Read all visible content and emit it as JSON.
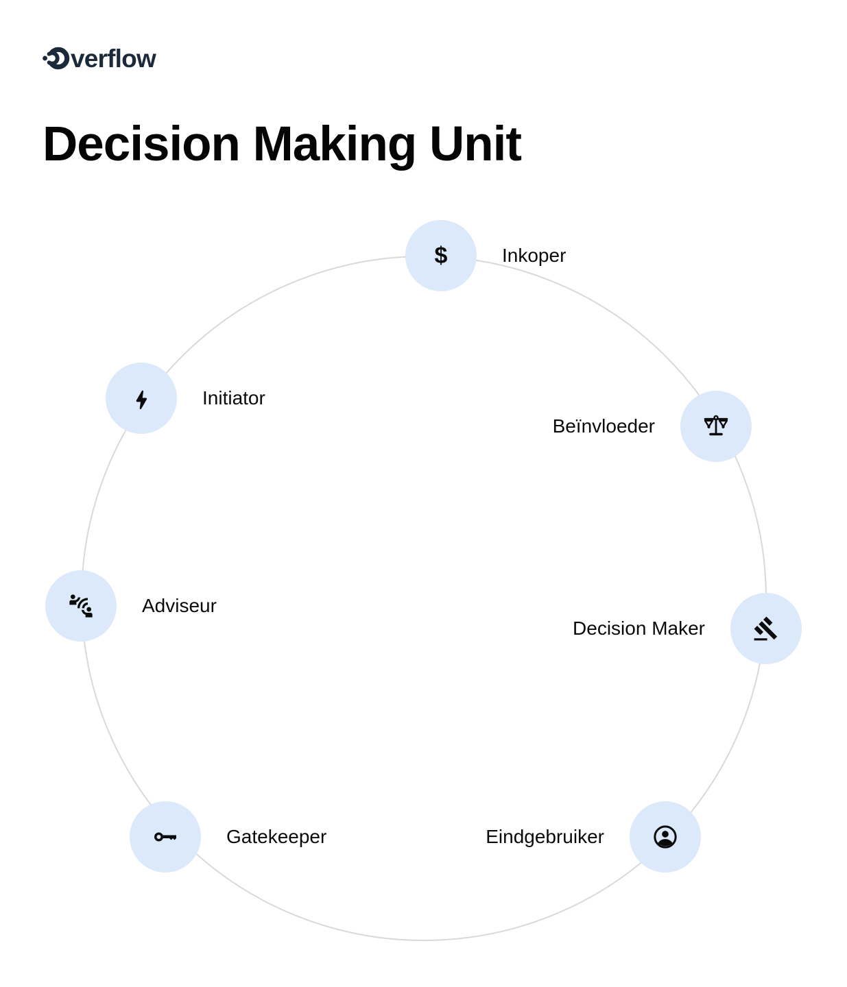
{
  "brand": {
    "name": "overflow",
    "wordmark_suffix": "verflow"
  },
  "heading": {
    "title": "Decision Making Unit"
  },
  "diagram": {
    "type": "circular-role-diagram",
    "nodes": [
      {
        "id": "inkoper",
        "label": "Inkoper",
        "icon": "dollar-icon",
        "icon_glyph": "$"
      },
      {
        "id": "initiator",
        "label": "Initiator",
        "icon": "bolt-icon"
      },
      {
        "id": "beinvloeder",
        "label": "Beïnvloeder",
        "icon": "balance-scale-icon"
      },
      {
        "id": "adviseur",
        "label": "Adviseur",
        "icon": "connect-people-icon"
      },
      {
        "id": "decision_maker",
        "label": "Decision Maker",
        "icon": "gavel-icon"
      },
      {
        "id": "gatekeeper",
        "label": "Gatekeeper",
        "icon": "key-icon"
      },
      {
        "id": "eindgebruiker",
        "label": "Eindgebruiker",
        "icon": "account-circle-icon"
      }
    ],
    "colors": {
      "node_fill": "#dbe9fb",
      "ring_stroke": "#d9d9d9",
      "icon": "#0b0b0b",
      "logo": "#1b2a3b",
      "text": "#0a0a0a",
      "background": "#ffffff"
    }
  }
}
